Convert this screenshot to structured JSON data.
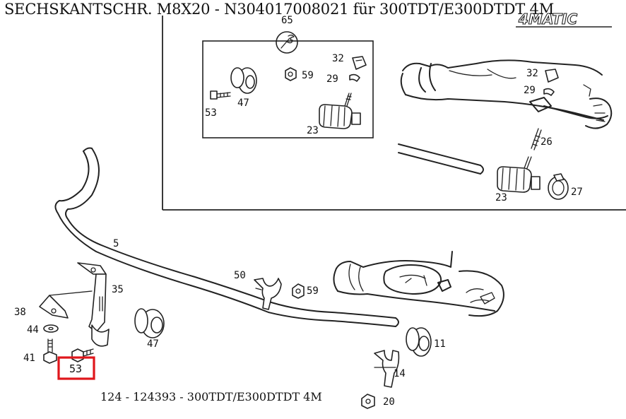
{
  "header": {
    "title": "SECHSKANTSCHR. M8X20 - N304017008021 für 300TDT/E300DTDT 4M"
  },
  "footer": {
    "caption": "124 - 124393 - 300TDT/E300DTDT 4M"
  },
  "logo": {
    "text": "4MATIC"
  },
  "callouts": {
    "c65": "65",
    "c32a": "32",
    "c59a": "59",
    "c29a": "29",
    "c47a": "47",
    "c53a": "53",
    "c23a": "23",
    "c32b": "32",
    "c29b": "29",
    "c26": "26",
    "c23b": "23",
    "c27": "27",
    "c5": "5",
    "c50": "50",
    "c59b": "59",
    "c35": "35",
    "c38": "38",
    "c44": "44",
    "c47b": "47",
    "c41": "41",
    "c53b": "53",
    "c11": "11",
    "c14": "14",
    "c20": "20"
  },
  "highlight": {
    "part": "53",
    "color": "#e0161b"
  }
}
